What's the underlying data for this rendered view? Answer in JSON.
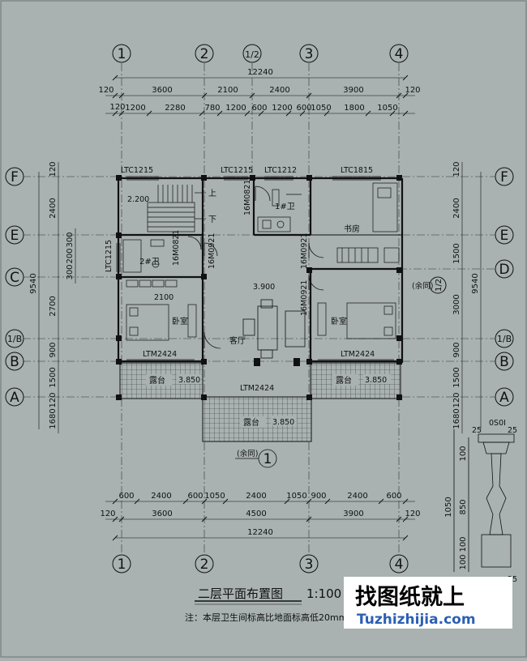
{
  "axes_top": [
    "1",
    "2",
    "1/2",
    "3",
    "4"
  ],
  "axes_bottom": [
    "1",
    "2",
    "3",
    "4"
  ],
  "axes_left": [
    "F",
    "E",
    "C",
    "1/B",
    "B",
    "A"
  ],
  "axes_right": [
    "F",
    "E",
    "D",
    "1/B",
    "B",
    "A"
  ],
  "axis_right_extra": "1/2",
  "dims": {
    "total": "12240",
    "edge": "120",
    "top_row1": [
      "3600",
      "2100",
      "2400",
      "3900"
    ],
    "top_row2": [
      "1200",
      "2280",
      "780",
      "1200",
      "600",
      "1200",
      "600",
      "1050",
      "1800",
      "1050"
    ],
    "bottom_row1": [
      "600",
      "2400",
      "600",
      "1050",
      "2400",
      "1050",
      "900",
      "2400",
      "600"
    ],
    "bottom_row2": [
      "3600",
      "4500",
      "3900"
    ],
    "left_small": [
      "300",
      "200",
      "300"
    ],
    "left": [
      "120",
      "2400",
      "2700",
      "900",
      "1500",
      "120",
      "1680"
    ],
    "left_total": "9540",
    "right": [
      "120",
      "2400",
      "1500",
      "3000",
      "900",
      "1500",
      "120",
      "1680"
    ],
    "right_total": "9540",
    "baluster": [
      "25",
      "25",
      "100",
      "850",
      "1050",
      "100",
      "100",
      "25"
    ],
    "baluster_top": "0S0I"
  },
  "windows": [
    "LTC1215",
    "LTC1215",
    "LTC1212",
    "LTC1815",
    "LTC1215"
  ],
  "doors": [
    "16M0821",
    "16M0821",
    "16M0921",
    "16M0921",
    "16M0921"
  ],
  "balcony_doors": [
    "LTM2424",
    "LTM2424",
    "LTM2424"
  ],
  "rooms": {
    "bath1": "1#卫",
    "bath2": "2#卫",
    "study": "书房",
    "bed_left": "卧室",
    "bed_right": "卧室",
    "living": "客厅",
    "terrace_left": "露台",
    "terrace_right": "露台",
    "terrace_front": "露台"
  },
  "levels": {
    "floor": "3.900",
    "terrace_left": "3.850",
    "terrace_right": "3.850",
    "terrace_front": "3.850"
  },
  "stair": {
    "level": "2.200",
    "up": "上",
    "down": "下"
  },
  "dim_2100": "2100",
  "callout_tag": "(余同)",
  "callout_num": "1",
  "title": "二层平面布置图",
  "scale": "1:100",
  "note": "注：本层卫生间标高比地面标高低20mm",
  "watermark": {
    "cn": "找图纸就上",
    "en": "Tuzhizhijia.com"
  }
}
